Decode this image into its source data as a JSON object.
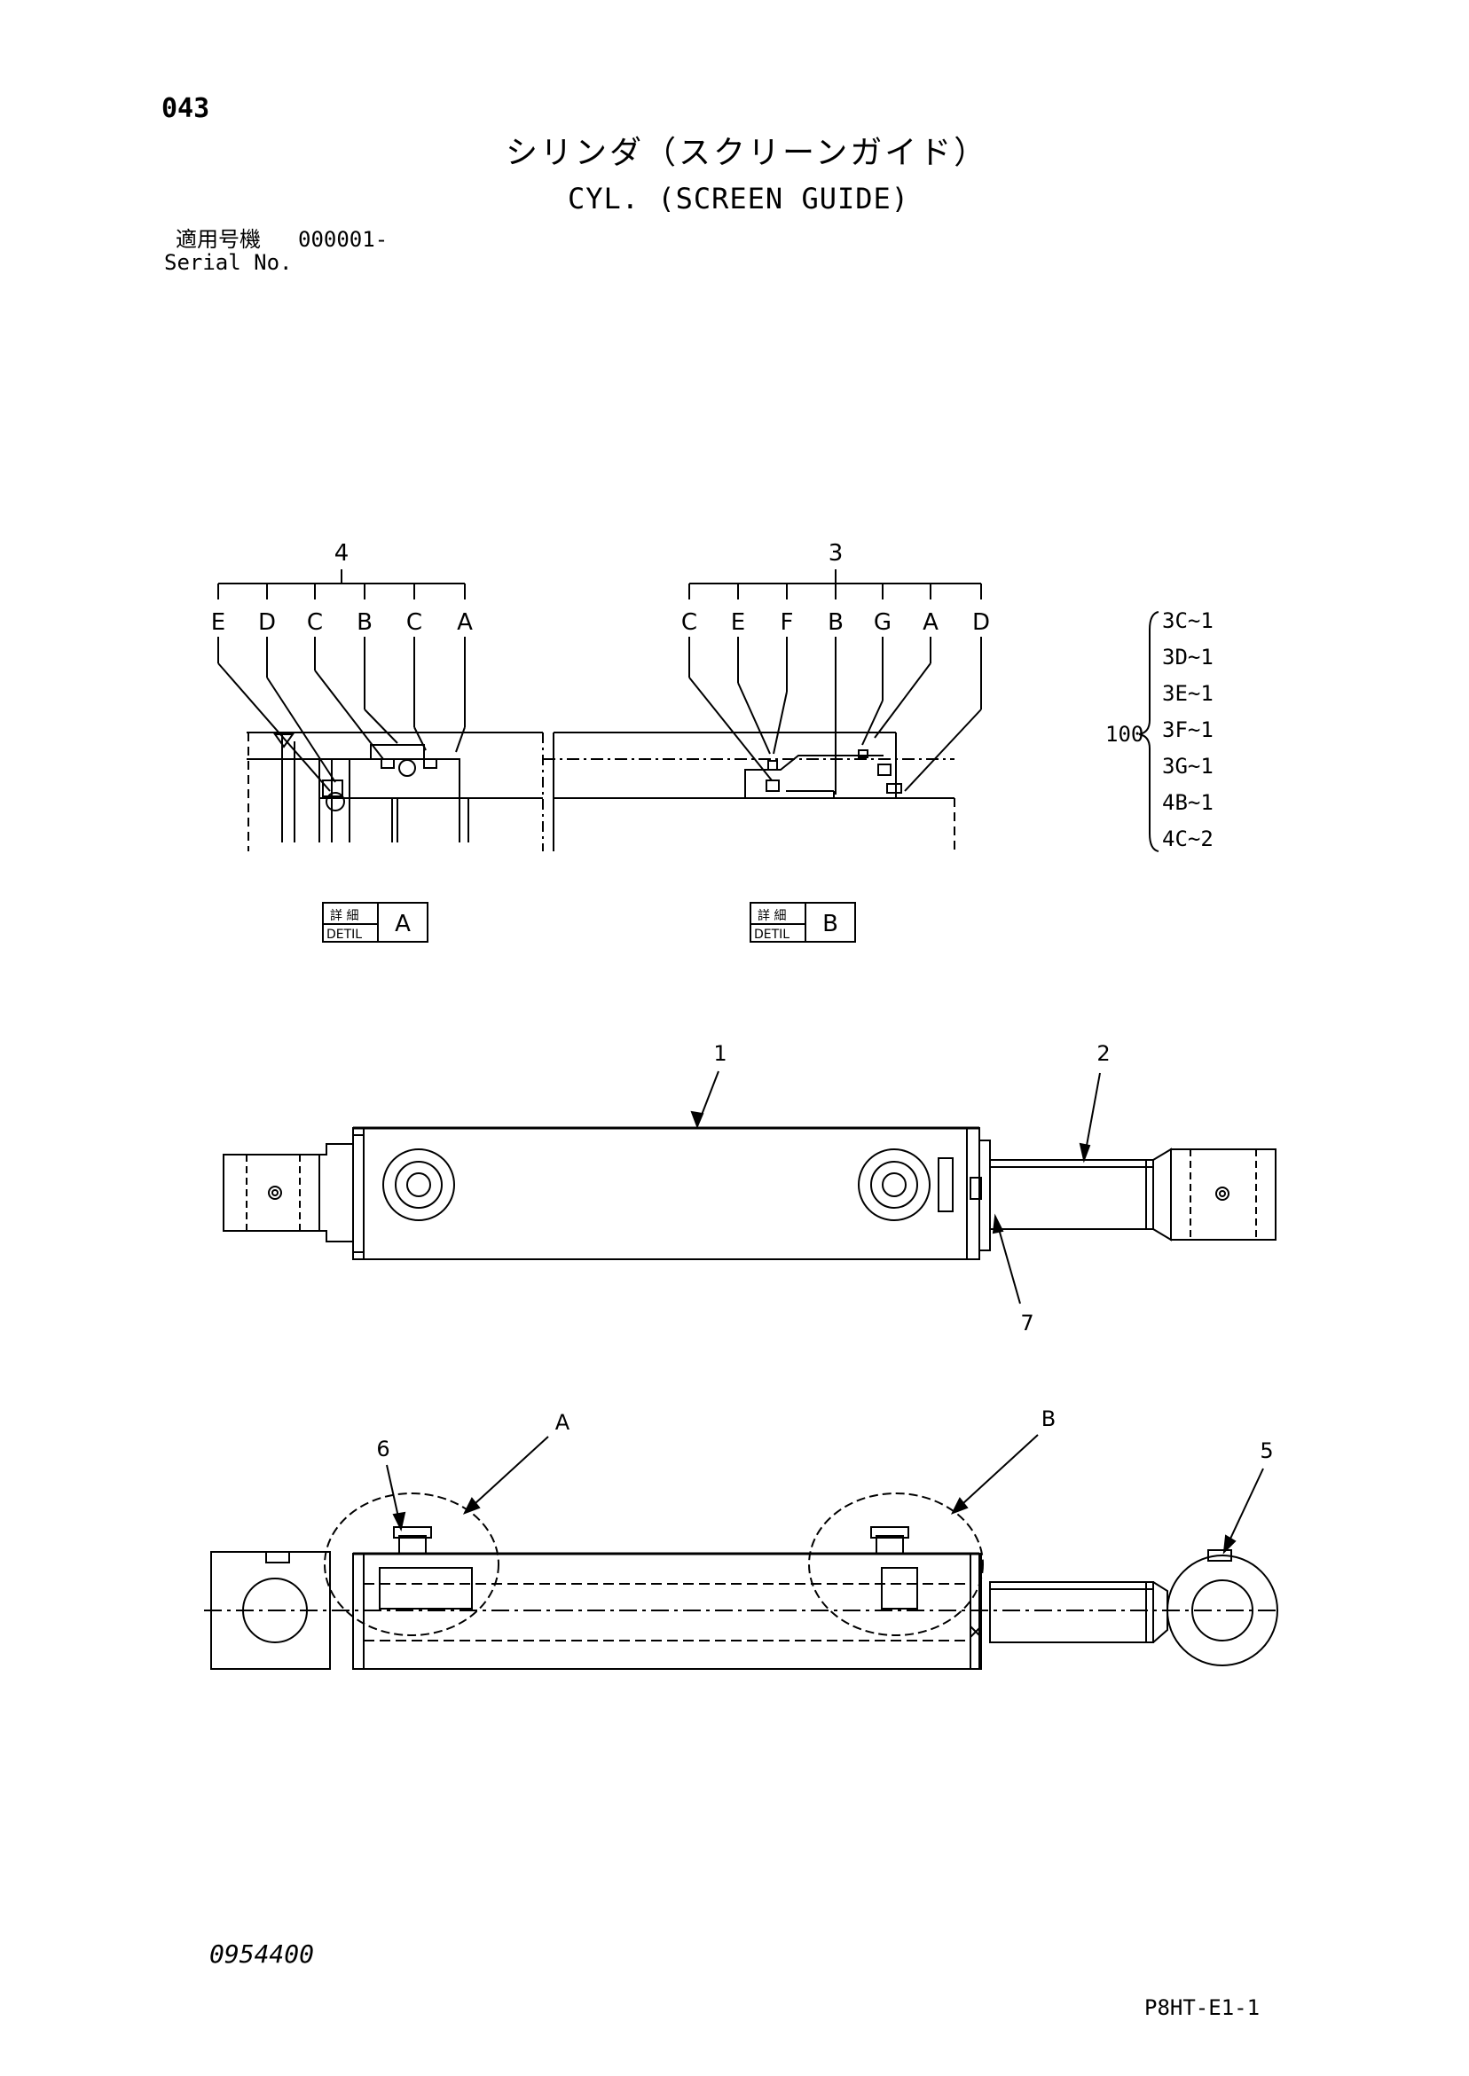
{
  "header": {
    "page_number": "043",
    "title_jp": "シリンダ（スクリーンガイド）",
    "title_en": "CYL. (SCREEN GUIDE)",
    "serial_label_jp": "適用号機",
    "serial_value": "000001-",
    "serial_label_en": "Serial No."
  },
  "detail_a": {
    "group_number": "4",
    "letters": [
      "E",
      "D",
      "C",
      "B",
      "C",
      "A"
    ],
    "box_jp": "詳 細",
    "box_en": "DETIL",
    "box_letter": "A"
  },
  "detail_b": {
    "group_number": "3",
    "letters": [
      "C",
      "E",
      "F",
      "B",
      "G",
      "A",
      "D"
    ],
    "box_jp": "詳 細",
    "box_en": "DETIL",
    "box_letter": "B"
  },
  "seal_kit": {
    "number": "100",
    "items": [
      "3C~1",
      "3D~1",
      "3E~1",
      "3F~1",
      "3G~1",
      "4B~1",
      "4C~2"
    ]
  },
  "side_view": {
    "callouts": [
      "1",
      "2",
      "7"
    ]
  },
  "section_view": {
    "callouts": [
      "A",
      "B",
      "6",
      "5"
    ]
  },
  "footer": {
    "doc_number": "0954400",
    "sheet_id": "P8HT-E1-1"
  }
}
